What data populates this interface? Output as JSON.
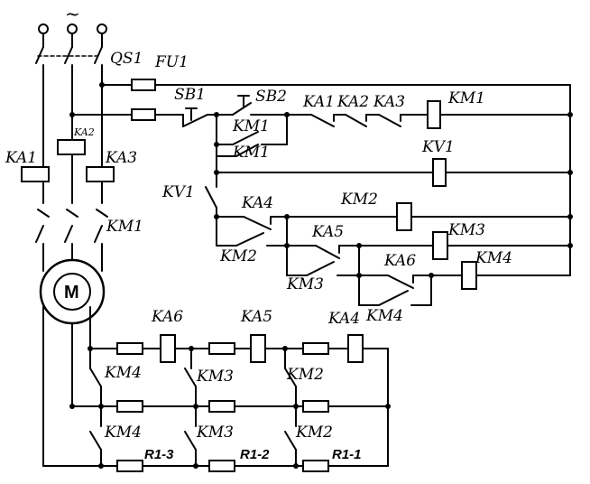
{
  "supply": {
    "ac_symbol": "~"
  },
  "switch": {
    "qs": "QS1"
  },
  "fuse": {
    "fu": "FU1"
  },
  "buttons": {
    "stop": "SB1",
    "start": "SB2"
  },
  "motor": {
    "label": "M"
  },
  "coils": {
    "ka1": "KA1",
    "ka2": "KA2",
    "ka3": "KA3",
    "km1": "KM1",
    "kv1": "KV1",
    "km2": "KM2",
    "km3": "KM3",
    "km4": "KM4",
    "ka4": "KA4",
    "ka5": "KA5",
    "ka6": "KA6"
  },
  "contacts": {
    "km1_power": "KM1",
    "km1_hold": "KM1",
    "km1_branch": "KM1",
    "ka1": "KA1",
    "ka2": "KA2",
    "ka3": "KA3",
    "kv1": "KV1",
    "ka4": "KA4",
    "ka5": "KA5",
    "ka6": "KA6",
    "km2_nc": "KM2",
    "km3_nc": "KM3",
    "km4_nc": "KM4",
    "rotor_km4_a": "KM4",
    "rotor_km3_a": "KM3",
    "rotor_km2_a": "KM2",
    "rotor_km4_b": "KM4",
    "rotor_km3_b": "KM3",
    "rotor_km2_b": "KM2"
  },
  "resistors": {
    "r13": "R1-3",
    "r12": "R1-2",
    "r11": "R1-1"
  }
}
